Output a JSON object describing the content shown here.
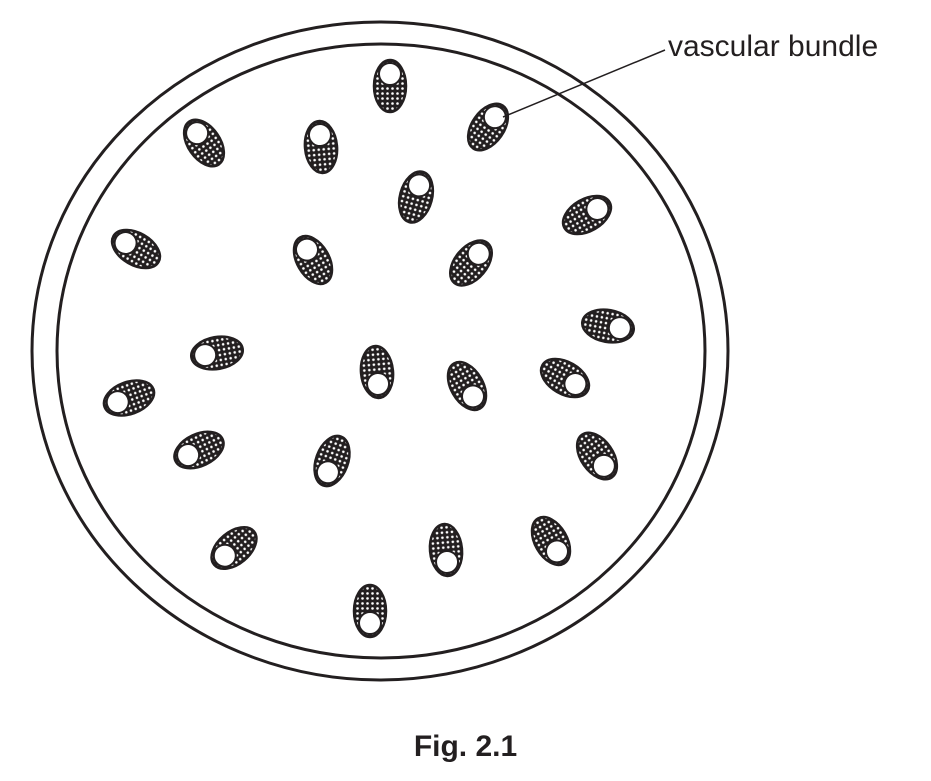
{
  "label": "vascular bundle",
  "caption": "Fig. 2.1",
  "colors": {
    "ink": "#231f20",
    "paper": "#ffffff"
  },
  "bundle_count": 22
}
